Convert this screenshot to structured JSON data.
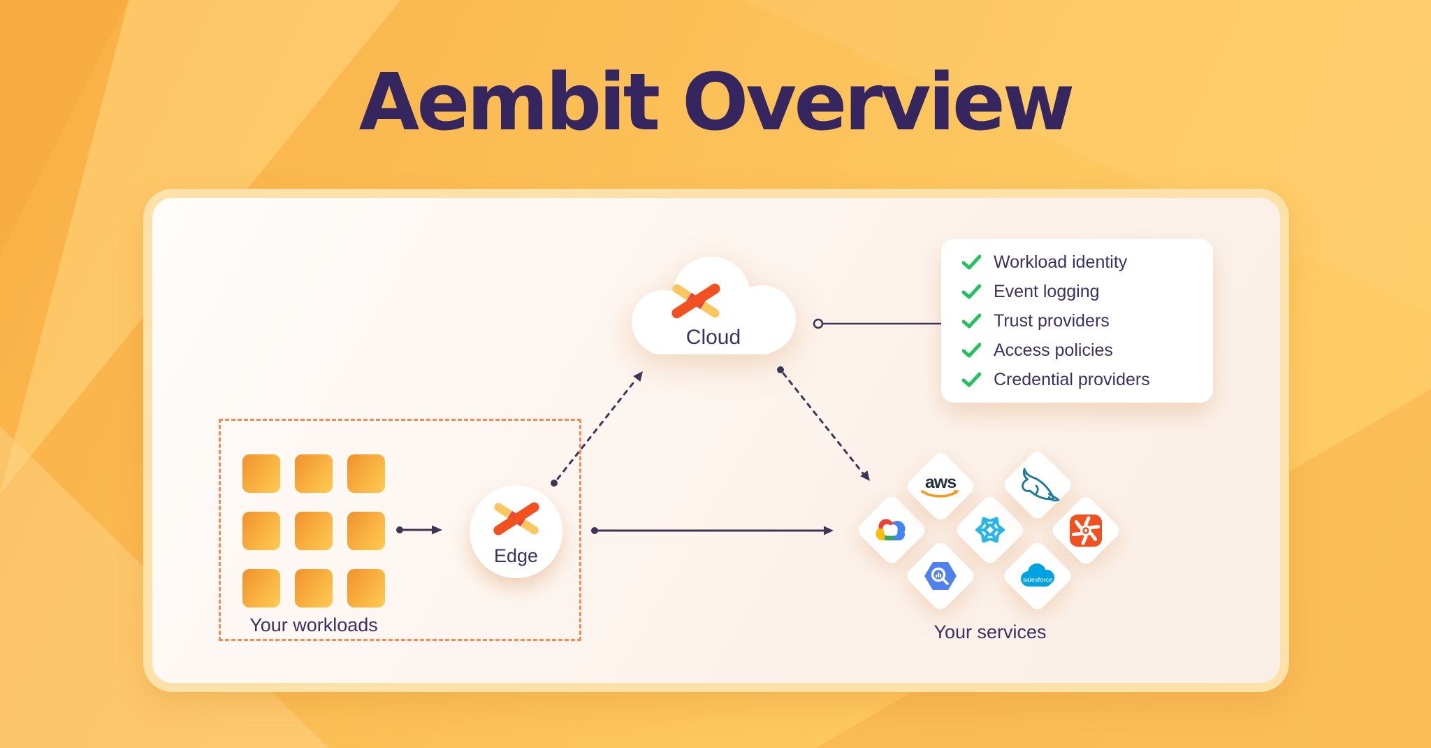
{
  "title": "Aembit Overview",
  "panel": {
    "cloud": {
      "label": "Cloud",
      "icon": "aembit-x-logo"
    },
    "edge": {
      "label": "Edge",
      "icon": "aembit-x-logo"
    },
    "workloads": {
      "label": "Your workloads",
      "square_count": 9
    },
    "features": [
      "Workload identity",
      "Event logging",
      "Trust providers",
      "Access policies",
      "Credential providers"
    ],
    "services": {
      "label": "Your services",
      "items": [
        {
          "name": "google-cloud"
        },
        {
          "name": "aws",
          "label": "aws"
        },
        {
          "name": "snowflake"
        },
        {
          "name": "mysql-dolphin"
        },
        {
          "name": "orange-pinwheel"
        },
        {
          "name": "bigquery"
        },
        {
          "name": "salesforce",
          "label": "salesforce"
        }
      ]
    },
    "connectors": [
      "workloads-to-edge-solid-arrow",
      "edge-to-cloud-dashed-arrow",
      "cloud-to-services-dashed-arrow",
      "edge-to-services-solid-arrow",
      "cloud-to-features-line"
    ]
  },
  "colors": {
    "background": "#FBBD55",
    "panel_border": "#FCE1A8",
    "panel_bg": "#FCF3EC",
    "title_text": "#35265F",
    "label_text": "#3A3160",
    "line": "#3E3556",
    "check_green": "#24C161",
    "workload_dashed_border": "#F58A52",
    "workload_square_start": "#F0912D",
    "workload_square_end": "#FFCB52",
    "logo_yellow": "#F8C75D",
    "logo_orange": "#F2501F",
    "logo_crimson": "#E2414F",
    "snowflake_blue": "#29B5E8",
    "salesforce_blue": "#00A1E0",
    "bigquery_blue": "#4E80EE",
    "mysql_teal": "#1F7A99",
    "aws_navy": "#252F3E",
    "aws_orange": "#F7981F"
  }
}
